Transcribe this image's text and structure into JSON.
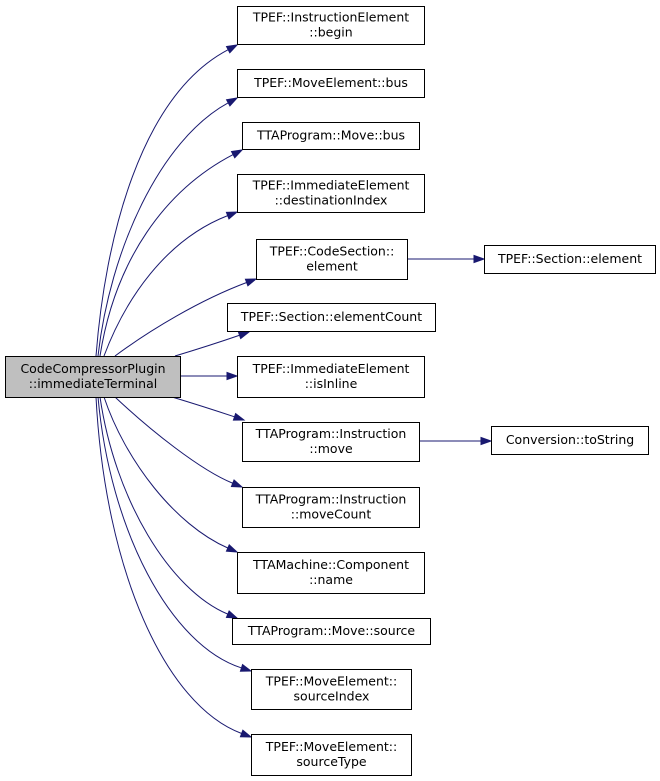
{
  "diagram": {
    "type": "call-graph",
    "direction": "left-to-right",
    "colors": {
      "edge": "#191970",
      "root_fill": "#bfbfbf",
      "node_fill": "#ffffff",
      "border": "#000000"
    },
    "nodes": [
      {
        "id": "root",
        "lines": [
          "CodeCompressorPlugin",
          "::immediateTerminal"
        ],
        "root": true
      },
      {
        "id": "n1",
        "lines": [
          "TPEF::InstructionElement",
          "::begin"
        ]
      },
      {
        "id": "n2",
        "lines": [
          "TPEF::MoveElement::bus"
        ]
      },
      {
        "id": "n3",
        "lines": [
          "TTAProgram::Move::bus"
        ]
      },
      {
        "id": "n4",
        "lines": [
          "TPEF::ImmediateElement",
          "::destinationIndex"
        ]
      },
      {
        "id": "n5",
        "lines": [
          "TPEF::CodeSection::",
          "element"
        ]
      },
      {
        "id": "n6",
        "lines": [
          "TPEF::Section::element"
        ]
      },
      {
        "id": "n7",
        "lines": [
          "TPEF::Section::elementCount"
        ]
      },
      {
        "id": "n8",
        "lines": [
          "TPEF::ImmediateElement",
          "::isInline"
        ]
      },
      {
        "id": "n9",
        "lines": [
          "TTAProgram::Instruction",
          "::move"
        ]
      },
      {
        "id": "n10",
        "lines": [
          "Conversion::toString"
        ]
      },
      {
        "id": "n11",
        "lines": [
          "TTAProgram::Instruction",
          "::moveCount"
        ]
      },
      {
        "id": "n12",
        "lines": [
          "TTAMachine::Component",
          "::name"
        ]
      },
      {
        "id": "n13",
        "lines": [
          "TTAProgram::Move::source"
        ]
      },
      {
        "id": "n14",
        "lines": [
          "TPEF::MoveElement::",
          "sourceIndex"
        ]
      },
      {
        "id": "n15",
        "lines": [
          "TPEF::MoveElement::",
          "sourceType"
        ]
      }
    ],
    "edges": [
      {
        "from": "root",
        "to": "n1"
      },
      {
        "from": "root",
        "to": "n2"
      },
      {
        "from": "root",
        "to": "n3"
      },
      {
        "from": "root",
        "to": "n4"
      },
      {
        "from": "root",
        "to": "n5"
      },
      {
        "from": "root",
        "to": "n7"
      },
      {
        "from": "root",
        "to": "n8"
      },
      {
        "from": "root",
        "to": "n9"
      },
      {
        "from": "root",
        "to": "n11"
      },
      {
        "from": "root",
        "to": "n12"
      },
      {
        "from": "root",
        "to": "n13"
      },
      {
        "from": "root",
        "to": "n14"
      },
      {
        "from": "root",
        "to": "n15"
      },
      {
        "from": "n5",
        "to": "n6"
      },
      {
        "from": "n9",
        "to": "n10"
      }
    ]
  }
}
